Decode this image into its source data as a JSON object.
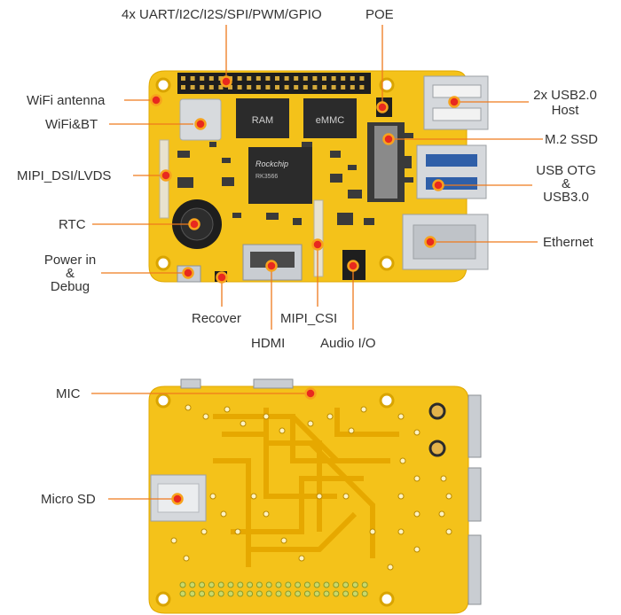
{
  "colors": {
    "board": "#f4c21a",
    "board_edge": "#e0a800",
    "leader": "#ef7a1c",
    "dot_fill": "#e8291f",
    "dot_ring": "#f7a21c",
    "metal": "#c9cdd2",
    "chip": "#2b2b2b",
    "text": "#333333"
  },
  "chip_labels": {
    "ram": "RAM",
    "emmc": "eMMC",
    "soc_brand": "Rockchip",
    "soc_model": "RK3566"
  },
  "labels": {
    "uart": "4x UART/I2C/I2S/SPI/PWM/GPIO",
    "poe": "POE",
    "wifi_antenna": "WiFi antenna",
    "usb2_line1": "2x USB2.0",
    "usb2_line2": "Host",
    "wifi_bt": "WiFi&BT",
    "m2_ssd": "M.2 SSD",
    "mipi_dsi": "MIPI_DSI/LVDS",
    "usb_otg_line1": "USB OTG",
    "usb_otg_line2": "&",
    "usb_otg_line3": "USB3.0",
    "rtc": "RTC",
    "ethernet": "Ethernet",
    "power_line1": "Power in",
    "power_line2": "&",
    "power_line3": "Debug",
    "recover": "Recover",
    "mipi_csi": "MIPI_CSI",
    "hdmi": "HDMI",
    "audio": "Audio I/O",
    "mic": "MIC",
    "micro_sd": "Micro SD"
  }
}
